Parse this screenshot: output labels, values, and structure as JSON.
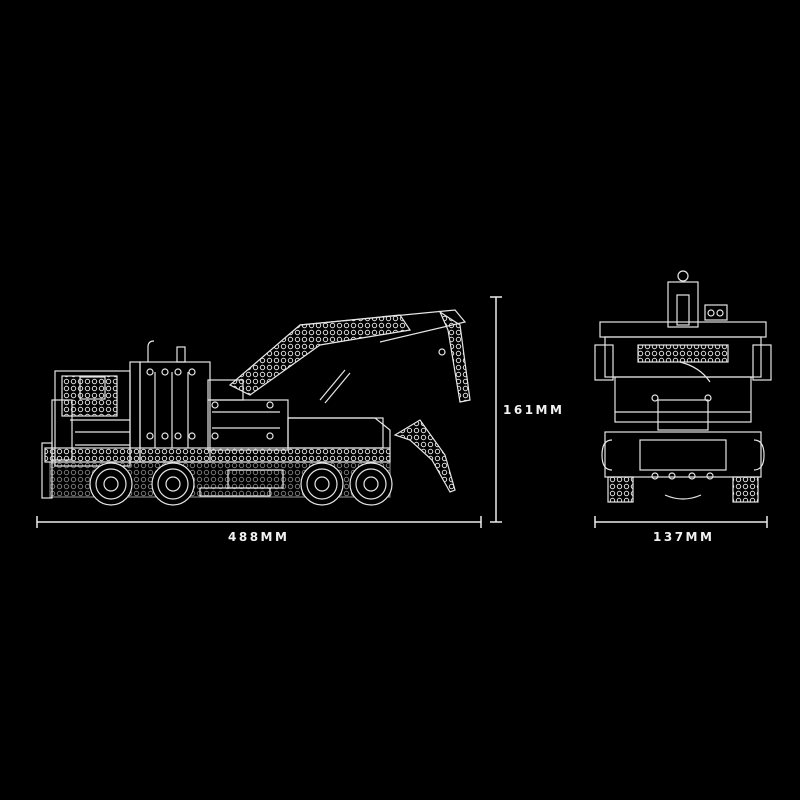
{
  "diagram": {
    "background": "#000000",
    "line_color": "#e8e8e8",
    "side_view": {
      "subject": "tow-truck-side-elevation",
      "length_label": "488MM",
      "height_label": "161MM"
    },
    "front_view": {
      "subject": "tow-truck-front-elevation",
      "width_label": "137MM"
    }
  }
}
